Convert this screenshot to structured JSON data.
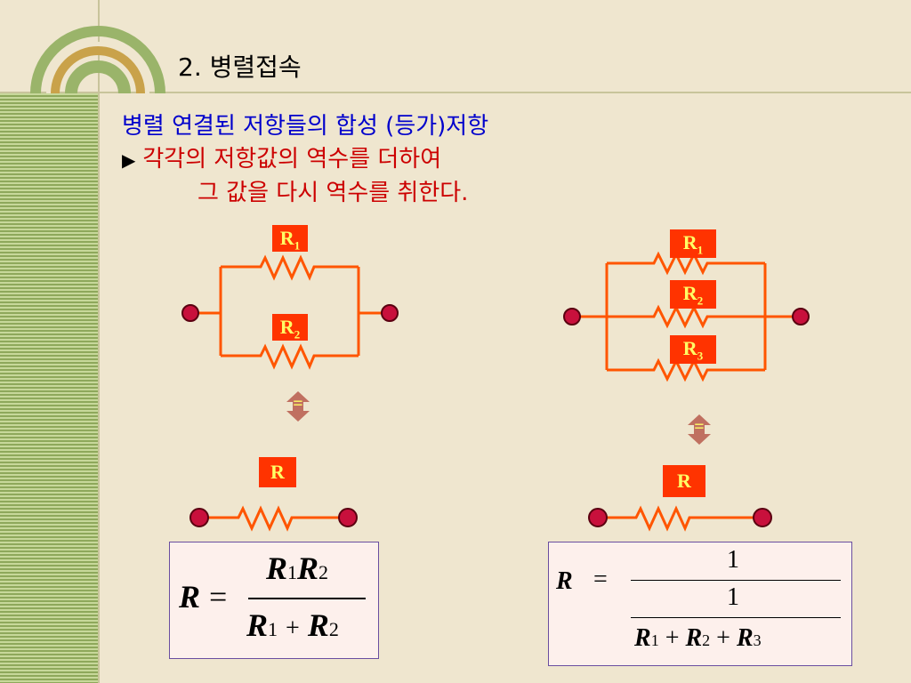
{
  "title": "2.  병렬접속",
  "description_line1": "병렬 연결된 저항들의 합성 (등가)저항",
  "description_line2": "각각의 저항값의  역수를  더하여",
  "description_line3": "그  값을  다시  역수를  취한다.",
  "bullet": "▶",
  "left_circuit": {
    "resistors": [
      {
        "letter": "R",
        "sub": "1"
      },
      {
        "letter": "R",
        "sub": "2"
      }
    ],
    "equivalent": {
      "letter": "R"
    },
    "equals_sign": "="
  },
  "right_circuit": {
    "resistors": [
      {
        "letter": "R",
        "sub": "1"
      },
      {
        "letter": "R",
        "sub": "2"
      },
      {
        "letter": "R",
        "sub": "3"
      }
    ],
    "equivalent": {
      "letter": "R"
    },
    "equals_sign": "="
  },
  "formula_two": {
    "lhs": "R",
    "equals": "=",
    "num_a": "R",
    "num_a_sub": "1",
    "num_b": "R",
    "num_b_sub": "2",
    "den_a": "R",
    "den_a_sub": "1",
    "plus": "+",
    "den_b": "R",
    "den_b_sub": "2"
  },
  "formula_three": {
    "lhs": "R",
    "equals": "=",
    "outer_num": "1",
    "inner_num": "1",
    "r1": "R",
    "r1_sub": "1",
    "r2": "R",
    "r2_sub": "2",
    "r3": "R",
    "r3_sub": "3",
    "plus": "+"
  },
  "colors": {
    "wire": "#ff5500",
    "terminal": "#c8103c",
    "label_bg": "#ff3300",
    "label_text": "#ffff66",
    "arrow": "#c07060"
  }
}
